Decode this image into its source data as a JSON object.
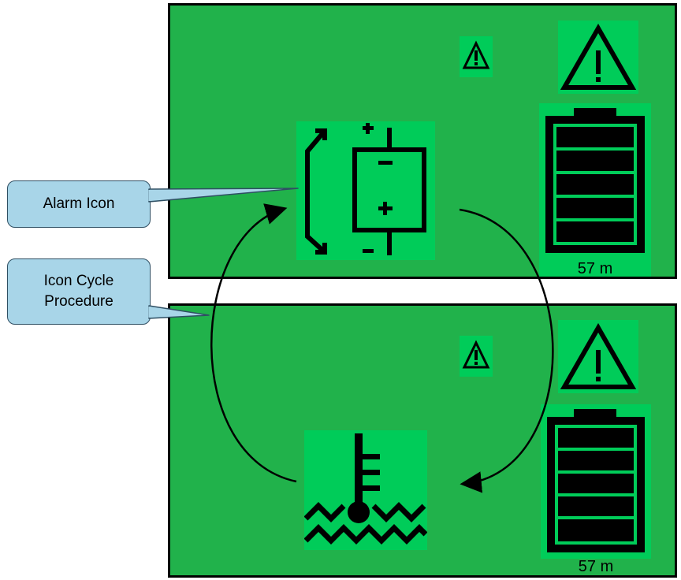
{
  "screens": [
    {
      "name": "top",
      "alarm_icon": "battery-charge-cycle-icon",
      "warning_small_icon": "warning-small-icon",
      "warning_large_icon": "warning-large-icon",
      "battery_icon": "battery-level-icon",
      "battery_bars": 5,
      "runtime": "57 m"
    },
    {
      "name": "bottom",
      "alarm_icon": "coolant-temperature-icon",
      "warning_small_icon": "warning-small-icon",
      "warning_large_icon": "warning-large-icon",
      "battery_icon": "battery-level-icon",
      "battery_bars": 5,
      "runtime": "57 m"
    }
  ],
  "callouts": {
    "alarm": "Alarm Icon",
    "cycle_line1": "Icon Cycle",
    "cycle_line2": "Procedure"
  },
  "colors": {
    "screen_background": "#21b24b",
    "icon_tile": "#00cc59",
    "callout_fill": "#a8d5e8"
  }
}
